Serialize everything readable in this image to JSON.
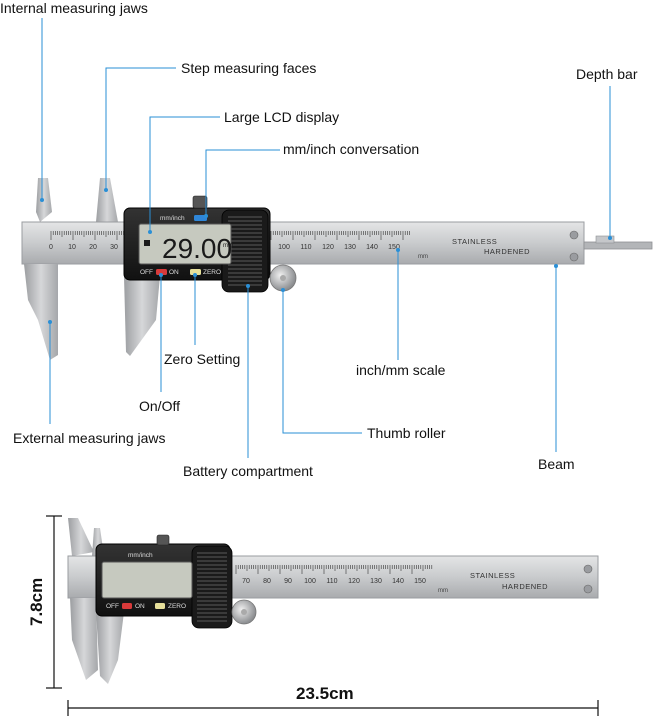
{
  "callouts": {
    "internal_jaws": "Internal measuring jaws",
    "step_faces": "Step measuring faces",
    "lcd_display": "Large LCD display",
    "mm_inch_conv": "mm/inch conversation",
    "depth_bar": "Depth bar",
    "zero_setting": "Zero Setting",
    "inch_mm_scale": "inch/mm scale",
    "on_off": "On/Off",
    "external_jaws": "External measuring jaws",
    "thumb_roller": "Thumb roller",
    "battery": "Battery compartment",
    "beam": "Beam"
  },
  "device": {
    "lcd_reading": "29.00",
    "lcd_unit": "mm",
    "unit_button_label": "mm/inch",
    "off_label": "OFF",
    "on_label": "ON",
    "zero_label": "ZERO",
    "beam_text_1": "STAINLESS",
    "beam_text_2": "HARDENED",
    "scale_unit": "mm",
    "top_scale_numbers": [
      "0",
      "10",
      "20",
      "30",
      "100",
      "110",
      "120",
      "130",
      "140",
      "150"
    ],
    "bottom_scale_numbers": [
      "70",
      "80",
      "90",
      "100",
      "110",
      "120",
      "130",
      "140",
      "150"
    ]
  },
  "dimensions": {
    "height": "7.8cm",
    "width": "23.5cm"
  },
  "colors": {
    "steel": "#c9cbcd",
    "steel_dark": "#8e9093",
    "body": "#1c1c1c",
    "lcd": "#c6c9bf",
    "leader": "#2a8fd6",
    "red_button": "#d83a3a",
    "blue_button": "#2f86d8",
    "yellow_button": "#e6df9a"
  }
}
